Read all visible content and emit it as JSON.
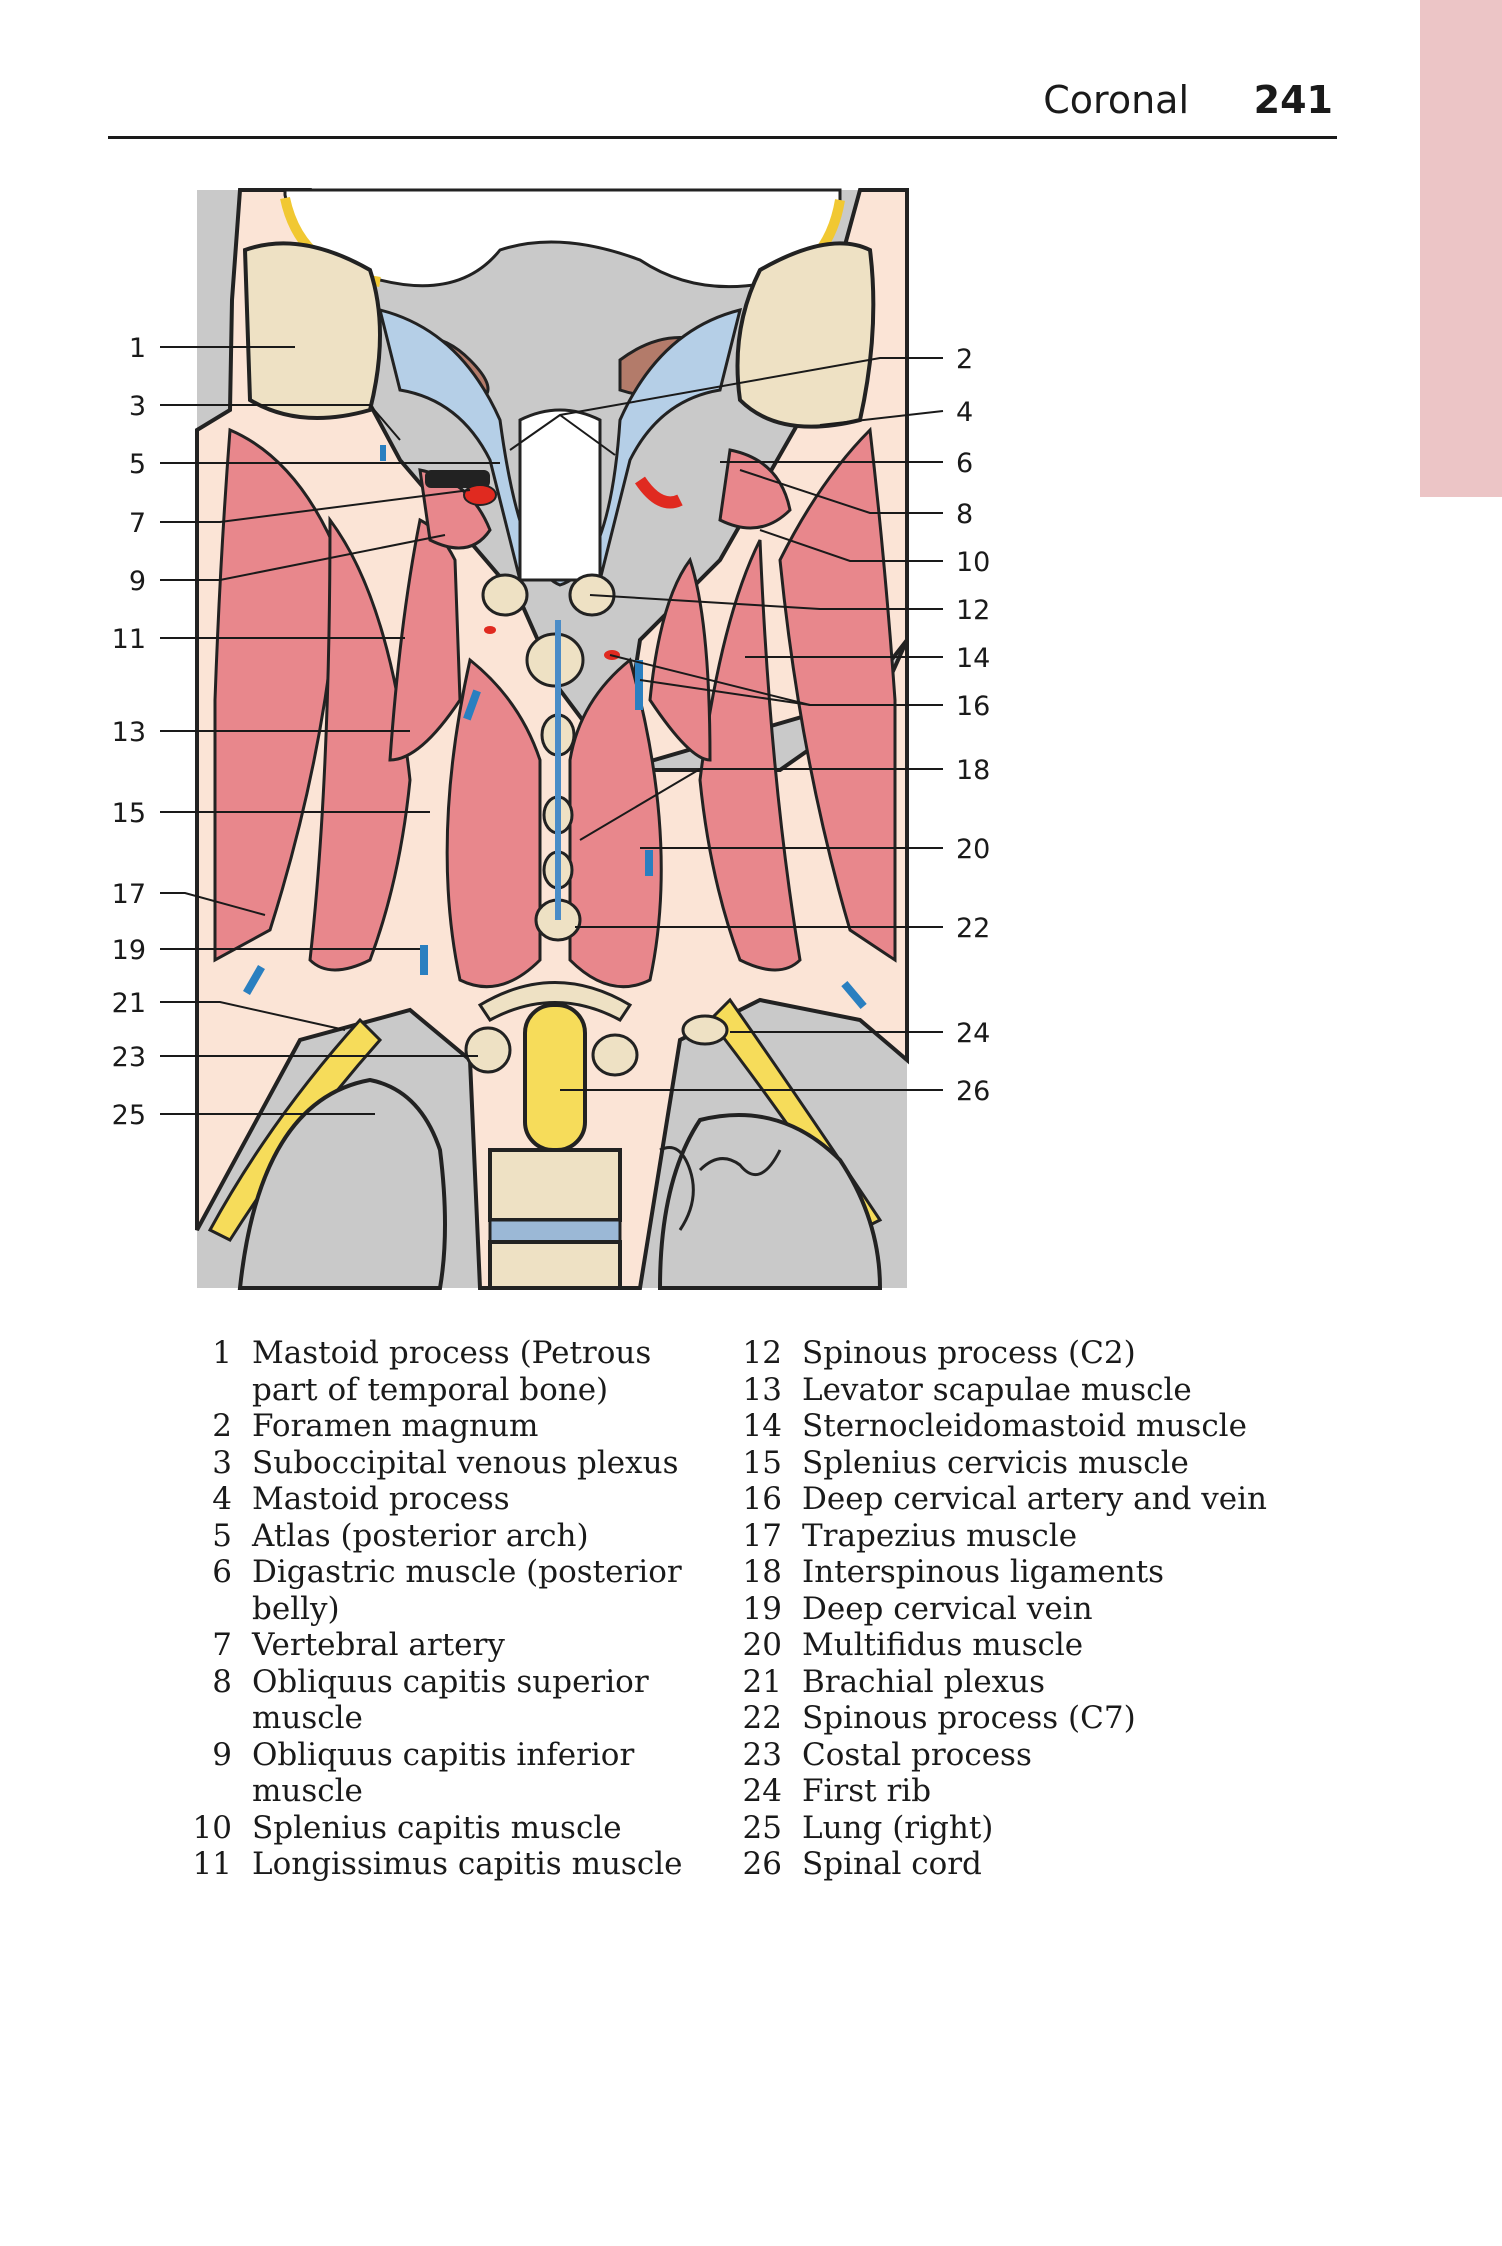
{
  "header": {
    "section": "Coronal",
    "page": "241"
  },
  "accent_colors": {
    "thumb_tab": "#ecc5c6",
    "muscle": "#e8878c",
    "bone": "#eee1c4",
    "vein": "#2a7fc0",
    "artery": "#e02a20",
    "nerve": "#f6dc5a",
    "background": "#c9c9c9"
  },
  "figure": {
    "labels_left": [
      "1",
      "3",
      "5",
      "7",
      "9",
      "11",
      "13",
      "15",
      "17",
      "19",
      "21",
      "23",
      "25"
    ],
    "labels_right": [
      "2",
      "4",
      "6",
      "8",
      "10",
      "12",
      "14",
      "16",
      "18",
      "20",
      "22",
      "24",
      "26"
    ]
  },
  "legend": {
    "left": [
      {
        "num": "1",
        "text": "Mastoid process (Petrous part of temporal bone)"
      },
      {
        "num": "2",
        "text": "Foramen magnum"
      },
      {
        "num": "3",
        "text": "Suboccipital venous plexus"
      },
      {
        "num": "4",
        "text": "Mastoid process"
      },
      {
        "num": "5",
        "text": "Atlas (posterior arch)"
      },
      {
        "num": "6",
        "text": "Digastric muscle (posterior belly)"
      },
      {
        "num": "7",
        "text": "Vertebral artery"
      },
      {
        "num": "8",
        "text": "Obliquus capitis superior muscle"
      },
      {
        "num": "9",
        "text": "Obliquus capitis inferior muscle"
      },
      {
        "num": "10",
        "text": "Splenius capitis muscle"
      },
      {
        "num": "11",
        "text": "Longissimus capitis muscle"
      }
    ],
    "right": [
      {
        "num": "12",
        "text": "Spinous process (C2)"
      },
      {
        "num": "13",
        "text": "Levator scapulae muscle"
      },
      {
        "num": "14",
        "text": "Sternocleidomastoid muscle"
      },
      {
        "num": "15",
        "text": "Splenius cervicis muscle"
      },
      {
        "num": "16",
        "text": "Deep cervical artery and vein"
      },
      {
        "num": "17",
        "text": "Trapezius muscle"
      },
      {
        "num": "18",
        "text": "Interspinous ligaments"
      },
      {
        "num": "19",
        "text": "Deep cervical vein"
      },
      {
        "num": "20",
        "text": "Multifidus muscle"
      },
      {
        "num": "21",
        "text": "Brachial plexus"
      },
      {
        "num": "22",
        "text": "Spinous process (C7)"
      },
      {
        "num": "23",
        "text": "Costal process"
      },
      {
        "num": "24",
        "text": "First rib"
      },
      {
        "num": "25",
        "text": "Lung (right)"
      },
      {
        "num": "26",
        "text": "Spinal cord"
      }
    ]
  }
}
